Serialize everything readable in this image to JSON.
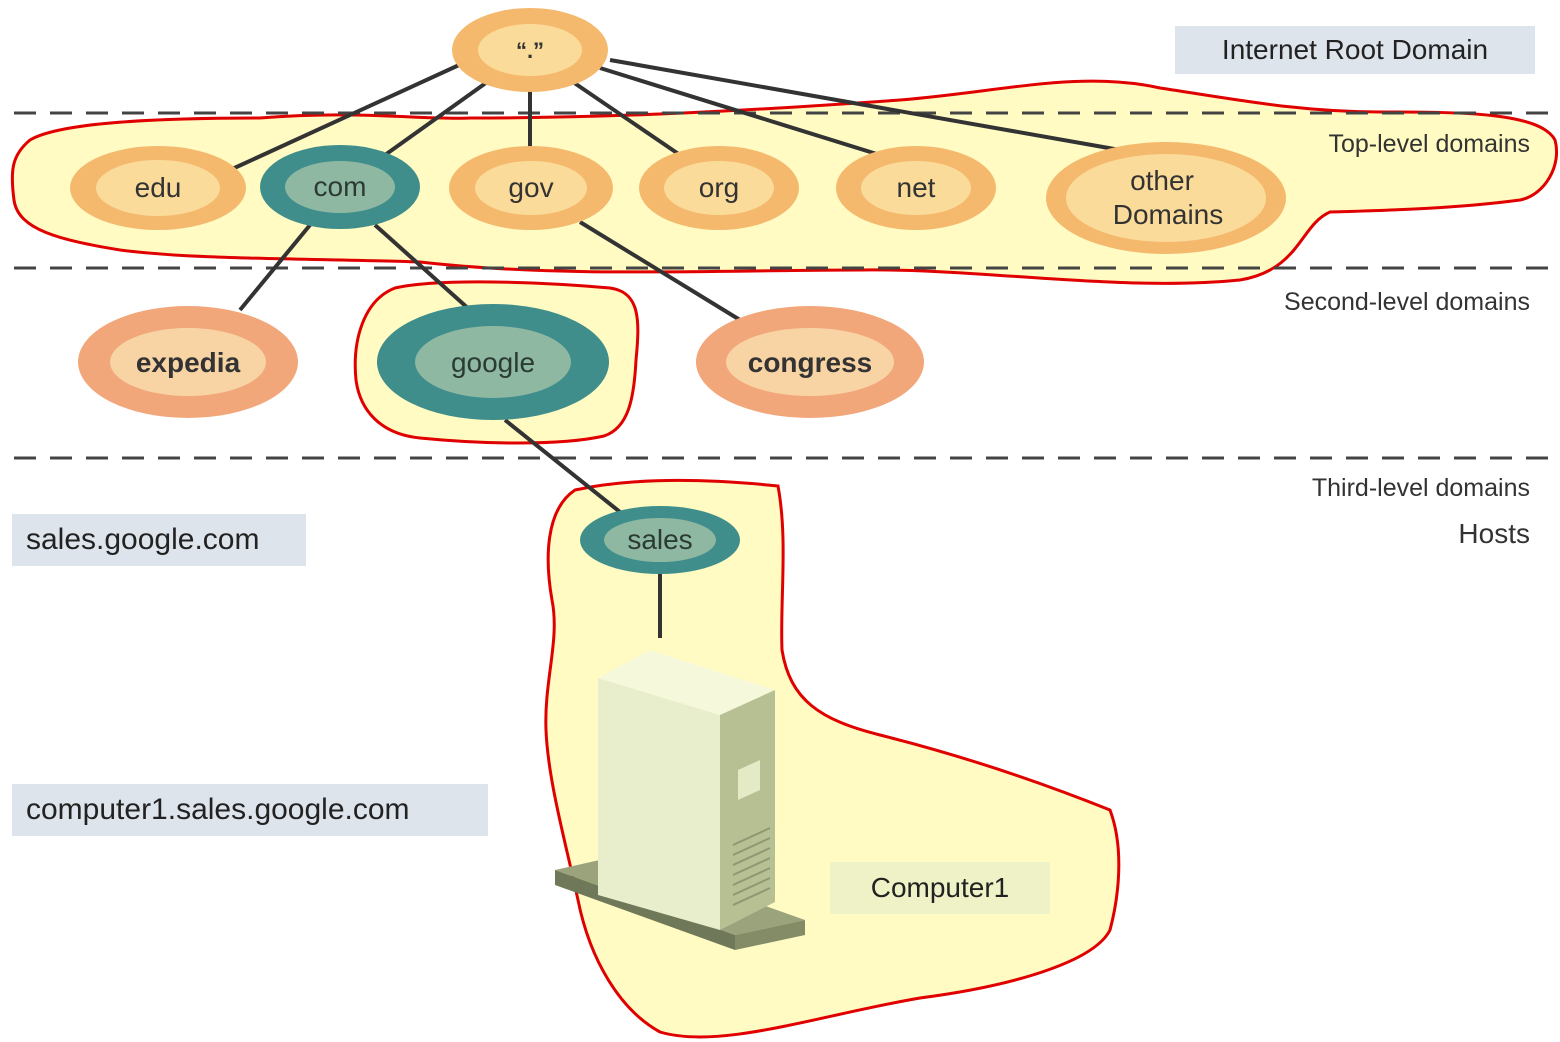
{
  "root": {
    "label": "“.”",
    "caption": "Internet Root Domain"
  },
  "levels": {
    "top": "Top-level domains",
    "second": "Second-level domains",
    "third": "Third-level domains",
    "hosts": "Hosts"
  },
  "top_level_domains": [
    "edu",
    "com",
    "gov",
    "org",
    "net",
    "other",
    "Domains"
  ],
  "second_level_domains": [
    "expedia",
    "google",
    "congress"
  ],
  "third_level_domains": [
    "sales"
  ],
  "host": {
    "label": "Computer1"
  },
  "fqdn_labels": {
    "subdomain": "sales.google.com",
    "host": "computer1.sales.google.com"
  },
  "colors": {
    "orange_outer": "#f5b96e",
    "orange_inner": "#fadb9a",
    "peach_outer": "#f2a77a",
    "peach_inner": "#f8d4a4",
    "teal_outer": "#3f8e8c",
    "teal_inner": "#8fb8a3",
    "highlight_fill": "#fffbc2",
    "highlight_stroke": "#e00000",
    "label_bg": "#dde4ec"
  }
}
